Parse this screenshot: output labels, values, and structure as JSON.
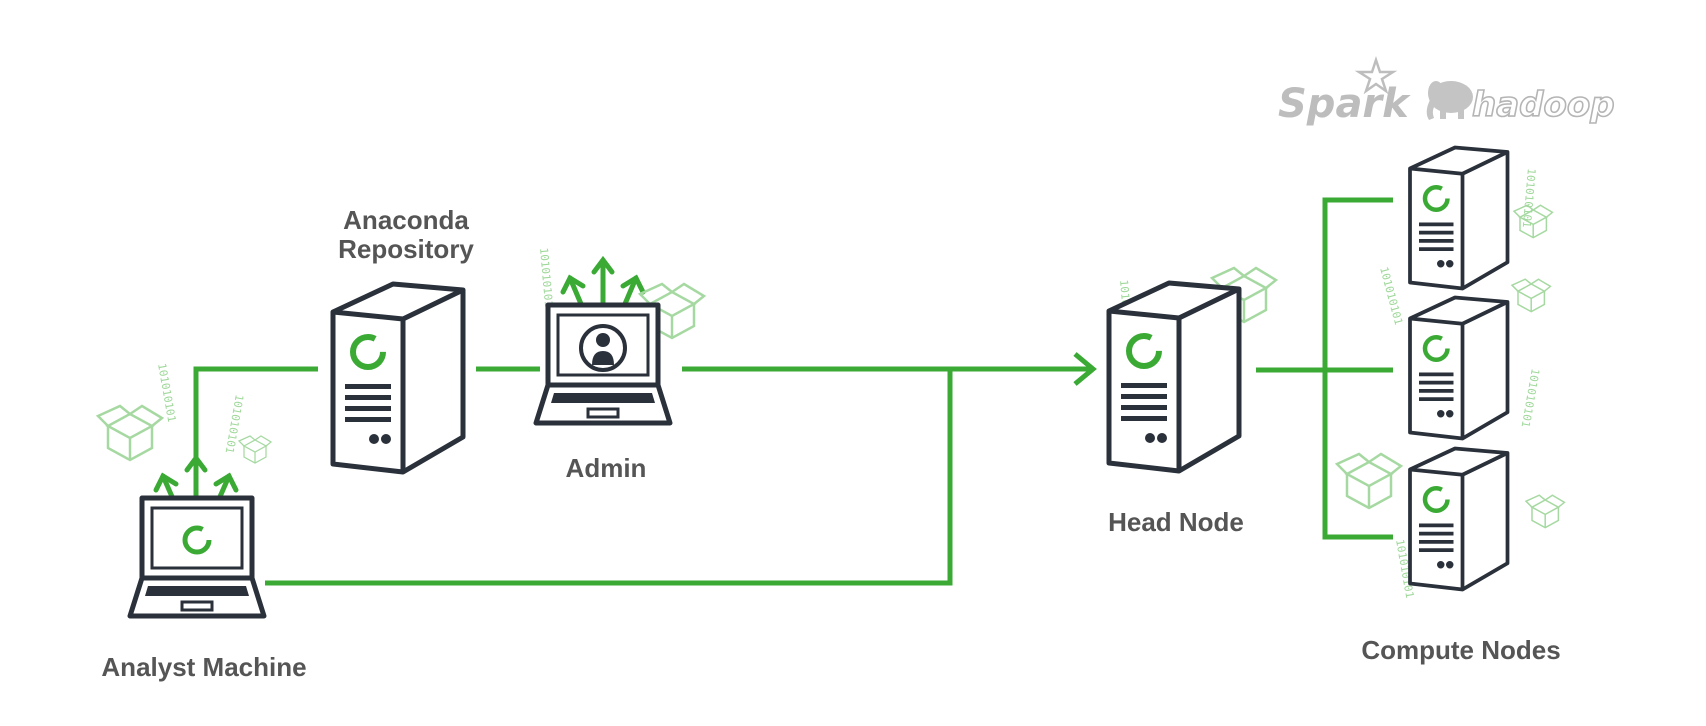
{
  "labels": {
    "repository_line1": "Anaconda",
    "repository_line2": "Repository",
    "admin": "Admin",
    "head_node": "Head Node",
    "analyst": "Analyst Machine",
    "compute": "Compute Nodes"
  },
  "logos": {
    "spark": "Spark",
    "hadoop": "hadoop"
  },
  "decor_bits": "101010101",
  "colors": {
    "connector": "#3aaa35",
    "outline": "#2a313b",
    "label": "#555555",
    "logo": "#bdbdbd",
    "faint_green": "#a6d9a1"
  }
}
